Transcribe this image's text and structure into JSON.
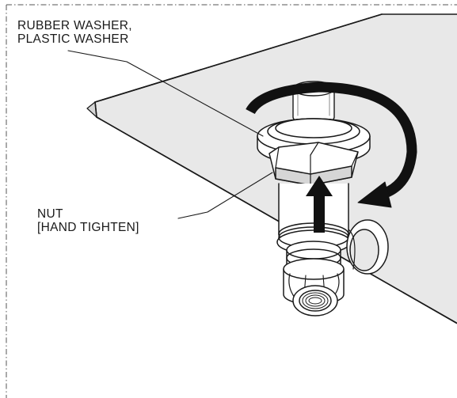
{
  "labels": {
    "washer": {
      "line1": "RUBBER WASHER,",
      "line2": "PLASTIC WASHER"
    },
    "nut": {
      "line1": "NUT",
      "line2": "[HAND TIGHTEN]"
    }
  },
  "colors": {
    "line": "#1a1a1a",
    "plate": "#e8e8e8",
    "metal": "#ffffff",
    "shade": "#d6d6d6",
    "arrow": "#111111"
  },
  "icons": {
    "rotation": "curved-rotation-arrow-icon",
    "push": "upward-arrow-icon"
  }
}
